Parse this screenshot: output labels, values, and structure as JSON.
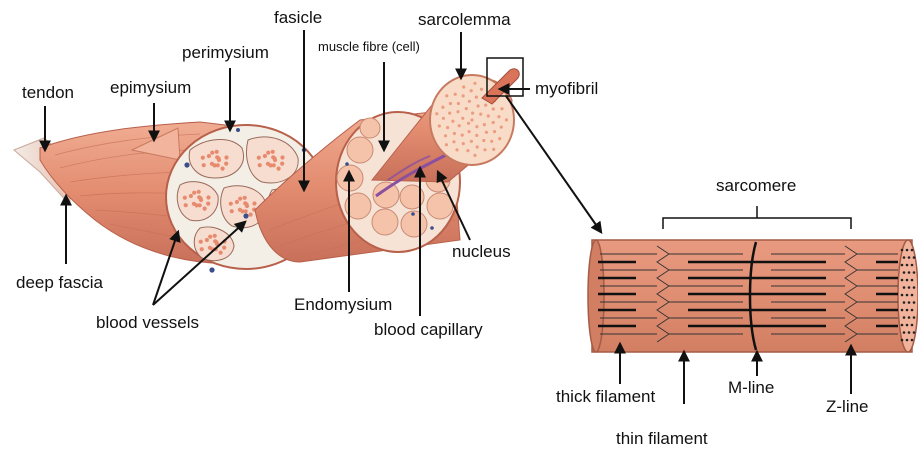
{
  "colors": {
    "muscle": "#e6947a",
    "muscle_light": "#f1b7a0",
    "muscle_dark": "#b8604a",
    "connective": "#f4f1ea",
    "sarcomere_fill": "#e08e72",
    "filament": "#111111",
    "capillary": "#8b4fa0",
    "vessel": "#3a4f8a"
  },
  "labels": {
    "tendon": "tendon",
    "epimysium": "epimysium",
    "perimysium": "perimysium",
    "fasicle": "fasicle",
    "muscle_fibre": "muscle fibre (cell)",
    "sarcolemma": "sarcolemma",
    "myofibril": "myofibril",
    "deep_fascia": "deep fascia",
    "blood_vessels": "blood vessels",
    "endomysium": "Endomysium",
    "nucleus": "nucleus",
    "blood_capillary": "blood capillary",
    "sarcomere": "sarcomere",
    "thick_filament": "thick filament",
    "thin_filament": "thin filament",
    "m_line": "M-line",
    "z_line": "Z-line"
  }
}
